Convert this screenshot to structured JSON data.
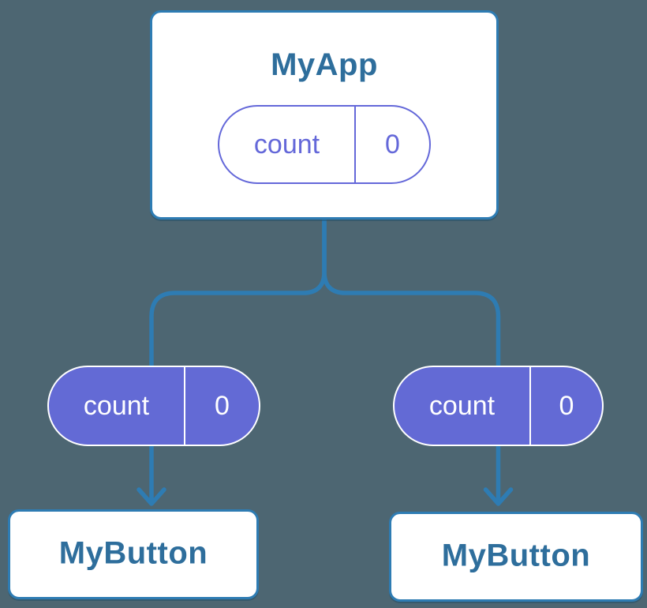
{
  "colors": {
    "background": "#4D6672",
    "connector": "#2E7CB3",
    "card_border": "#2E7CB3",
    "card_text": "#2E6E9C",
    "pill_fill": "#636AD5",
    "pill_outline": "#6468D9",
    "pill_text_on_fill": "#FFFFFF"
  },
  "diagram": {
    "root": {
      "title": "MyApp",
      "state": {
        "name": "count",
        "value": "0"
      }
    },
    "children": [
      {
        "title": "MyButton",
        "prop": {
          "name": "count",
          "value": "0"
        }
      },
      {
        "title": "MyButton",
        "prop": {
          "name": "count",
          "value": "0"
        }
      }
    ]
  }
}
